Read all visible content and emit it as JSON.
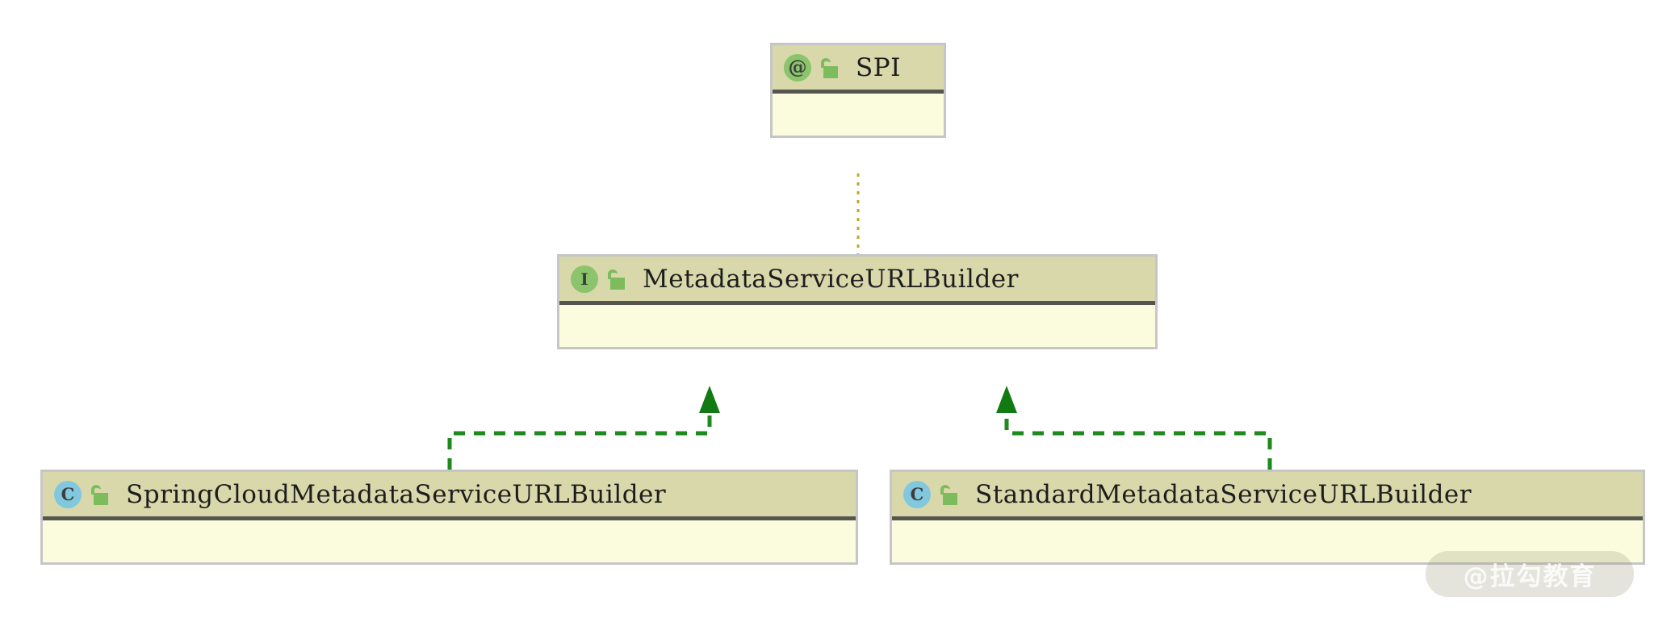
{
  "diagram": {
    "kind": "uml-class-diagram",
    "background_color": "#ffffff",
    "header_color": "#d8d8ab",
    "body_color": "#fbfbdd",
    "border_color": "#c6c6c6",
    "divider_color": "#565651",
    "realization_color": "#1c8a1c",
    "annotation_link_color": "#bfa82a",
    "nodes": [
      {
        "id": "spi",
        "name": "SPI",
        "stereotype": "annotation",
        "icon_glyph": "@",
        "icon_color": "#8bc46a",
        "visibility": "public",
        "visibility_icon": "open-lock"
      },
      {
        "id": "interface",
        "name": "MetadataServiceURLBuilder",
        "stereotype": "interface",
        "icon_glyph": "I",
        "icon_color": "#8bc46a",
        "visibility": "public",
        "visibility_icon": "open-lock"
      },
      {
        "id": "springcloud",
        "name": "SpringCloudMetadataServiceURLBuilder",
        "stereotype": "class",
        "icon_glyph": "C",
        "icon_color": "#81c7dd",
        "visibility": "public",
        "visibility_icon": "open-lock"
      },
      {
        "id": "standard",
        "name": "StandardMetadataServiceURLBuilder",
        "stereotype": "class",
        "icon_glyph": "C",
        "icon_color": "#81c7dd",
        "visibility": "public",
        "visibility_icon": "open-lock"
      }
    ],
    "edges": [
      {
        "id": "edge-spi-interface",
        "from": "spi",
        "to": "interface",
        "type": "annotation",
        "style": "dotted",
        "arrowhead": "none",
        "color": "#bfa82a"
      },
      {
        "id": "edge-springcloud-interface",
        "from": "springcloud",
        "to": "interface",
        "type": "realization",
        "style": "dashed",
        "arrowhead": "triangle",
        "color": "#1c8a1c"
      },
      {
        "id": "edge-standard-interface",
        "from": "standard",
        "to": "interface",
        "type": "realization",
        "style": "dashed",
        "arrowhead": "triangle",
        "color": "#1c8a1c"
      }
    ]
  },
  "watermark": {
    "text": "@拉勾教育"
  }
}
